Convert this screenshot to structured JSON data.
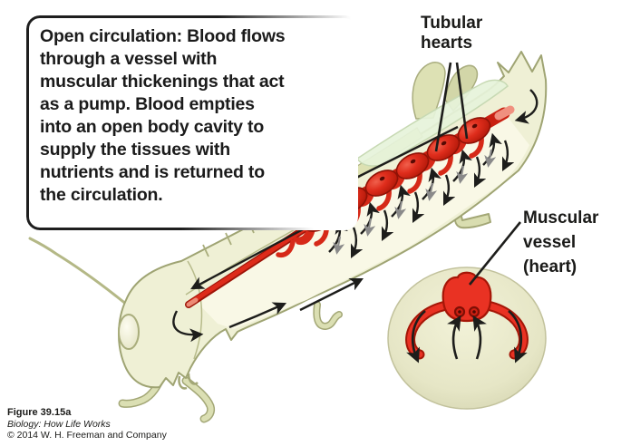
{
  "callout": {
    "text": "Open circulation: Blood flows\nthrough a vessel with\nmuscular thickenings that act\nas a pump. Blood empties\ninto an open body cavity to\nsupply the tissues with\nnutrients and is returned to\nthe circulation."
  },
  "labels": {
    "tubular_hearts": "Tubular\nhearts",
    "muscular_vessel": "Muscular\nvessel\n(heart)"
  },
  "caption": {
    "figure": "Figure 39.15a",
    "book": "Biology: How Life Works",
    "copyright": "© 2014 W. H. Freeman and Company"
  },
  "colors": {
    "vessel_red": "#dd2b1a",
    "heart_dark_red": "#8f1206",
    "body_cream": "#eff0d5",
    "cavity_cream": "#f9f8e6",
    "outline_olive": "#9fa473",
    "wing_mint": "#e7f2da",
    "arrow_black": "#1d1d1b",
    "arrow_gray": "#8a8a8a"
  }
}
